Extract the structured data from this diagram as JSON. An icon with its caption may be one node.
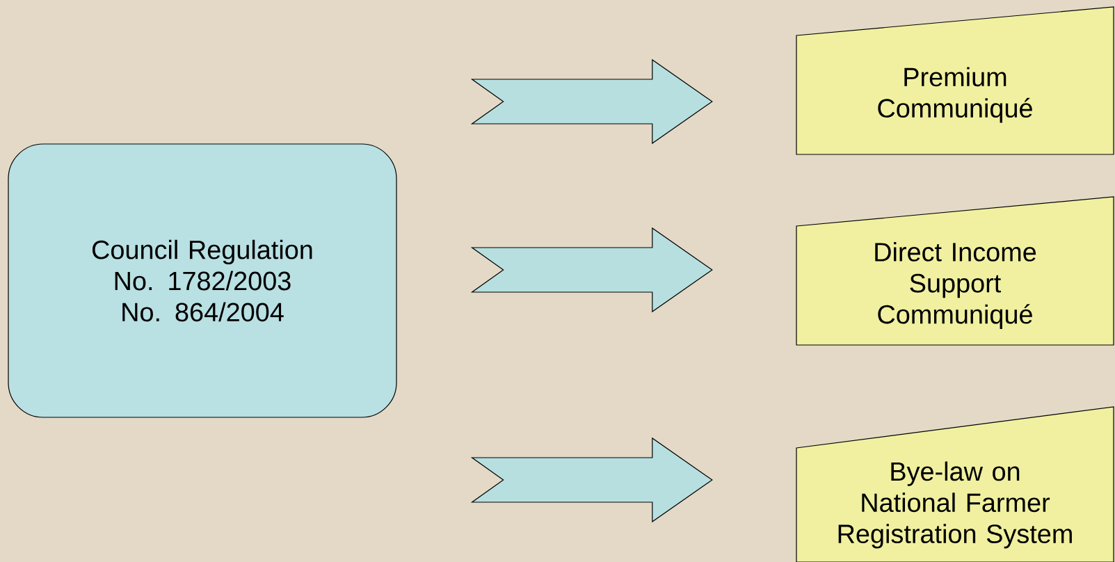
{
  "diagram": {
    "nodes": [
      {
        "text": [
          "Council Regulation No. 1782/2003",
          "No. 864/2004"
        ]
      },
      {
        "text": [
          "Premium Communiqué"
        ]
      },
      {
        "text": [
          "Direct Income Support Communiqué"
        ]
      },
      {
        "text": [
          "Bye-law on National Farmer Registration System"
        ]
      }
    ],
    "edges": [
      {
        "from": 0,
        "to": 1,
        "arrow": "to"
      },
      {
        "from": 0,
        "to": 2,
        "arrow": "to"
      },
      {
        "from": 0,
        "to": 3,
        "arrow": "to"
      }
    ]
  }
}
